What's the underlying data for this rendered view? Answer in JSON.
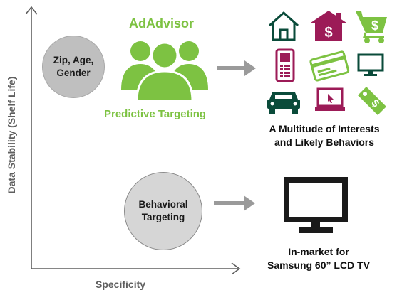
{
  "axes": {
    "y_label": "Data Stability (Shelf Life)",
    "x_label": "Specificity"
  },
  "nodes": {
    "demographic": {
      "line1": "Zip, Age,",
      "line2": "Gender"
    },
    "predictive": {
      "title": "AdAdvisor",
      "subtitle": "Predictive Targeting"
    },
    "behavioral": {
      "line1": "Behavioral",
      "line2": "Targeting"
    }
  },
  "outcomes": {
    "interests": {
      "line1": "A Multitude of Interests",
      "line2": "and Likely Behaviors"
    },
    "inmarket": {
      "line1": "In-market for",
      "line2": "Samsung 60” LCD TV"
    }
  },
  "icons": [
    "house-icon",
    "mansion-icon",
    "shopping-cart-icon",
    "mobile-phone-icon",
    "credit-card-icon",
    "monitor-icon",
    "car-icon",
    "laptop-icon",
    "price-tag-icon"
  ],
  "colors": {
    "green": "#7dc242",
    "magenta": "#9c1b57",
    "teal": "#0a4b3a",
    "gray_circle": "#bfbfbf",
    "light_circle": "#d6d6d6",
    "arrow": "#9a9a9a",
    "axis": "#5f5f5f"
  }
}
